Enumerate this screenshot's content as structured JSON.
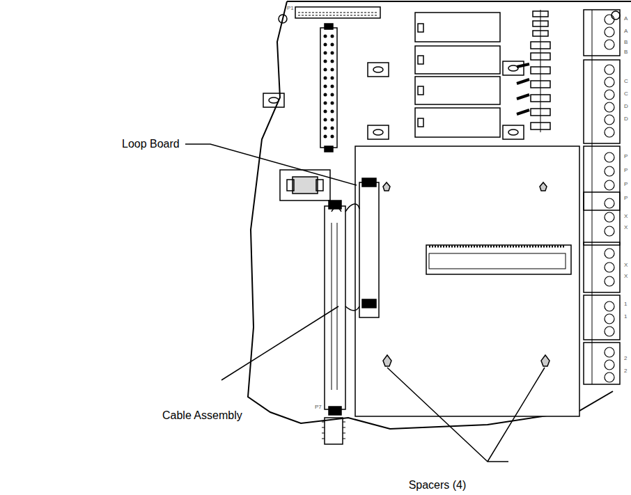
{
  "diagram": {
    "labels": [
      "Loop Board",
      "Cable Assembly",
      "Spacers (4)",
      "P1",
      "P7",
      "A",
      "A",
      "B",
      "B",
      "C",
      "C",
      "D",
      "D",
      "P",
      "P",
      "P",
      "P",
      "X",
      "X",
      "X",
      "X",
      "1",
      "1",
      "2",
      "2"
    ]
  }
}
